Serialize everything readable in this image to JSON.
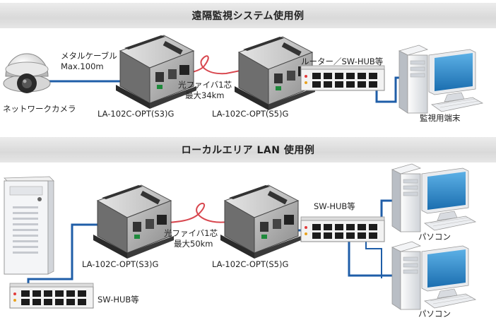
{
  "sections": [
    {
      "title": "遠隔監視システム使用例",
      "camera_label": "ネットワークカメラ",
      "cable_label_1": "メタルケーブル",
      "cable_label_2": "Max.100m",
      "fiber_label_1": "光ファイバ1芯",
      "fiber_label_2": "最大34km",
      "device_left_label": "LA-102C-OPT(S3)G",
      "device_right_label": "LA-102C-OPT(S5)G",
      "hub_label": "ルーター／SW-HUB等",
      "pc_label": "監視用端末"
    },
    {
      "title": "ローカルエリア LAN 使用例",
      "fiber_label_1": "光ファイバ1芯",
      "fiber_label_2": "最大50km",
      "device_left_label": "LA-102C-OPT(S3)G",
      "device_right_label": "LA-102C-OPT(S5)G",
      "hub_top_label": "SW-HUB等",
      "hub_bottom_label": "SW-HUB等",
      "pc1_label": "パソコン",
      "pc2_label": "パソコン"
    }
  ],
  "colors": {
    "lan_cable": "#1f5ea8",
    "fiber": "#d8474f",
    "band": "#e0e0e0",
    "monitor_screen": "#2f86c8",
    "device_body": "#9a9a9a"
  },
  "icons": [
    "dome-camera-icon",
    "media-converter-icon",
    "switching-hub-icon",
    "desktop-pc-icon",
    "server-tower-icon"
  ]
}
